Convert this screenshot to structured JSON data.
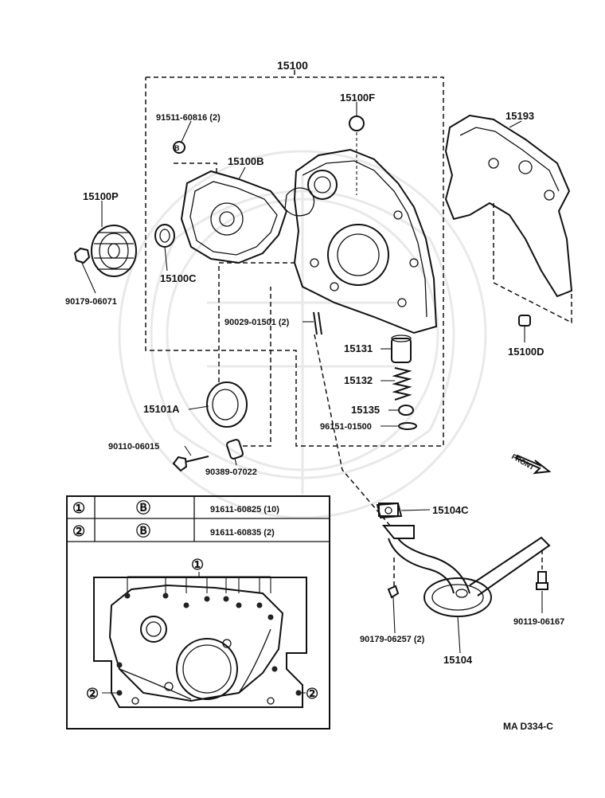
{
  "diagram": {
    "reference_code": "MA D334-C",
    "assembly_label": "15100",
    "front_marker": "FRONT",
    "parts": [
      {
        "id": "p15100F",
        "number": "15100F"
      },
      {
        "id": "p91511",
        "number": "91511-60816 (2)"
      },
      {
        "id": "p15100B",
        "number": "15100B"
      },
      {
        "id": "p15100P",
        "number": "15100P"
      },
      {
        "id": "p15100C",
        "number": "15100C"
      },
      {
        "id": "p90179a",
        "number": "90179-06071"
      },
      {
        "id": "p90029",
        "number": "90029-01501 (2)"
      },
      {
        "id": "p15193",
        "number": "15193"
      },
      {
        "id": "p15100D",
        "number": "15100D"
      },
      {
        "id": "p15131",
        "number": "15131"
      },
      {
        "id": "p15132",
        "number": "15132"
      },
      {
        "id": "p15135",
        "number": "15135"
      },
      {
        "id": "p96151",
        "number": "96151-01500"
      },
      {
        "id": "p15101A",
        "number": "15101A"
      },
      {
        "id": "p90110",
        "number": "90110-06015"
      },
      {
        "id": "p90389",
        "number": "90389-07022"
      },
      {
        "id": "p15104C",
        "number": "15104C"
      },
      {
        "id": "p90119",
        "number": "90119-06167"
      },
      {
        "id": "p90179b",
        "number": "90179-06257 (2)"
      },
      {
        "id": "p15104",
        "number": "15104"
      }
    ]
  },
  "bolt_table": {
    "rows": [
      {
        "key": "①",
        "type": "Ⓑ",
        "part": "91611-60825 (10)"
      },
      {
        "key": "②",
        "type": "Ⓑ",
        "part": "91611-60835 (2)"
      }
    ],
    "callout_1": "①",
    "callout_2": "②"
  }
}
